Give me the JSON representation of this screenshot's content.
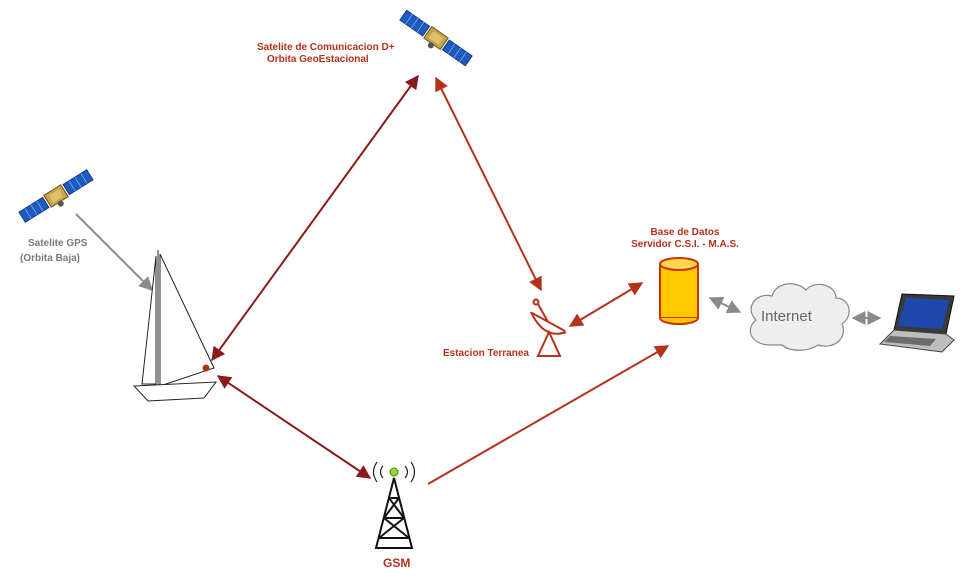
{
  "colors": {
    "dark_red_arrow": "#8b1a1a",
    "red_arrow": "#b5311a",
    "gray_arrow": "#8a8a8a",
    "database_fill": "#ffc800",
    "database_stroke": "#cc3300"
  },
  "nodes": {
    "geo_satellite": {
      "label_line1": "Satelite de Comunicacion D+",
      "label_line2": "Orbita GeoEstacional",
      "icon": "satellite-icon"
    },
    "gps_satellite": {
      "label_line1": "Satelite GPS",
      "label_line2": "(Orbita Baja)",
      "icon": "satellite-icon"
    },
    "boat": {
      "icon": "sailboat-icon"
    },
    "ground_station": {
      "label": "Estacion Terranea",
      "icon": "satellite-dish-icon"
    },
    "database": {
      "label_line1": "Base de Datos",
      "label_line2": "Servidor C.S.I. - M.A.S.",
      "icon": "database-icon"
    },
    "internet": {
      "label": "Internet",
      "icon": "cloud-icon"
    },
    "laptop": {
      "icon": "laptop-icon"
    },
    "gsm": {
      "label": "GSM",
      "icon": "cell-tower-icon"
    }
  },
  "connections": [
    {
      "from": "boat",
      "to": "geo_satellite",
      "style": "dark_red",
      "bidirectional": true
    },
    {
      "from": "geo_satellite",
      "to": "ground_station",
      "style": "red",
      "bidirectional": true
    },
    {
      "from": "ground_station",
      "to": "database",
      "style": "red",
      "bidirectional": true
    },
    {
      "from": "database",
      "to": "internet",
      "style": "gray",
      "bidirectional": true
    },
    {
      "from": "internet",
      "to": "laptop",
      "style": "gray",
      "bidirectional": true
    },
    {
      "from": "gps_satellite",
      "to": "boat",
      "style": "gray",
      "bidirectional": false
    },
    {
      "from": "boat",
      "to": "gsm",
      "style": "dark_red",
      "bidirectional": true
    },
    {
      "from": "gsm",
      "to": "database",
      "style": "red",
      "bidirectional": false
    }
  ]
}
